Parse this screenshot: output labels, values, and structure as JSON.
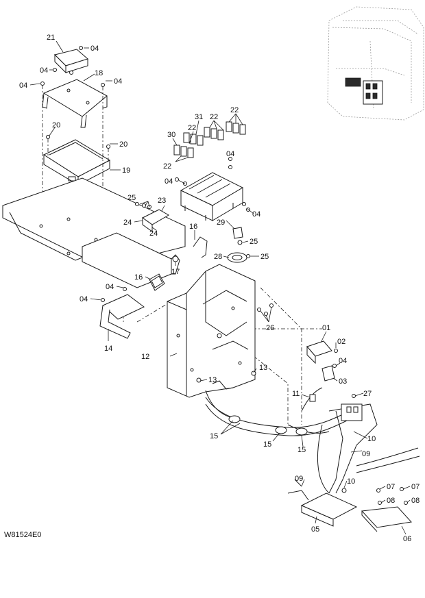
{
  "diagram_code": "W81524E0",
  "callouts": [
    {
      "id": "c21",
      "text": "21"
    },
    {
      "id": "c04a",
      "text": "04"
    },
    {
      "id": "c04b",
      "text": "04"
    },
    {
      "id": "c18",
      "text": "18"
    },
    {
      "id": "c04c",
      "text": "04"
    },
    {
      "id": "c04d",
      "text": "04"
    },
    {
      "id": "c20a",
      "text": "20"
    },
    {
      "id": "c20b",
      "text": "20"
    },
    {
      "id": "c19",
      "text": "19"
    },
    {
      "id": "c31",
      "text": "31"
    },
    {
      "id": "c22a",
      "text": "22"
    },
    {
      "id": "c22b",
      "text": "22"
    },
    {
      "id": "c30",
      "text": "30"
    },
    {
      "id": "c22c",
      "text": "22"
    },
    {
      "id": "c22d",
      "text": "22"
    },
    {
      "id": "c04e",
      "text": "04"
    },
    {
      "id": "c04f",
      "text": "04"
    },
    {
      "id": "c25a",
      "text": "25"
    },
    {
      "id": "c23",
      "text": "23"
    },
    {
      "id": "c04g",
      "text": "04"
    },
    {
      "id": "c24a",
      "text": "24"
    },
    {
      "id": "c24b",
      "text": "24"
    },
    {
      "id": "c29",
      "text": "29"
    },
    {
      "id": "c16a",
      "text": "16"
    },
    {
      "id": "c25b",
      "text": "25"
    },
    {
      "id": "c28",
      "text": "28"
    },
    {
      "id": "c25c",
      "text": "25"
    },
    {
      "id": "c16b",
      "text": "16"
    },
    {
      "id": "c17",
      "text": "17"
    },
    {
      "id": "c04h",
      "text": "04"
    },
    {
      "id": "c04i",
      "text": "04"
    },
    {
      "id": "c26",
      "text": "26"
    },
    {
      "id": "c14",
      "text": "14"
    },
    {
      "id": "c01",
      "text": "01"
    },
    {
      "id": "c02",
      "text": "02"
    },
    {
      "id": "c12",
      "text": "12"
    },
    {
      "id": "c04j",
      "text": "04"
    },
    {
      "id": "c13a",
      "text": "13"
    },
    {
      "id": "c03",
      "text": "03"
    },
    {
      "id": "c13b",
      "text": "13"
    },
    {
      "id": "c11",
      "text": "11"
    },
    {
      "id": "c27",
      "text": "27"
    },
    {
      "id": "c15a",
      "text": "15"
    },
    {
      "id": "c10a",
      "text": "10"
    },
    {
      "id": "c15b",
      "text": "15"
    },
    {
      "id": "c15c",
      "text": "15"
    },
    {
      "id": "c09a",
      "text": "09"
    },
    {
      "id": "c09b",
      "text": "09"
    },
    {
      "id": "c10b",
      "text": "10"
    },
    {
      "id": "c07a",
      "text": "07"
    },
    {
      "id": "c07b",
      "text": "07"
    },
    {
      "id": "c08a",
      "text": "08"
    },
    {
      "id": "c08b",
      "text": "08"
    },
    {
      "id": "c05",
      "text": "05"
    },
    {
      "id": "c06",
      "text": "06"
    }
  ]
}
